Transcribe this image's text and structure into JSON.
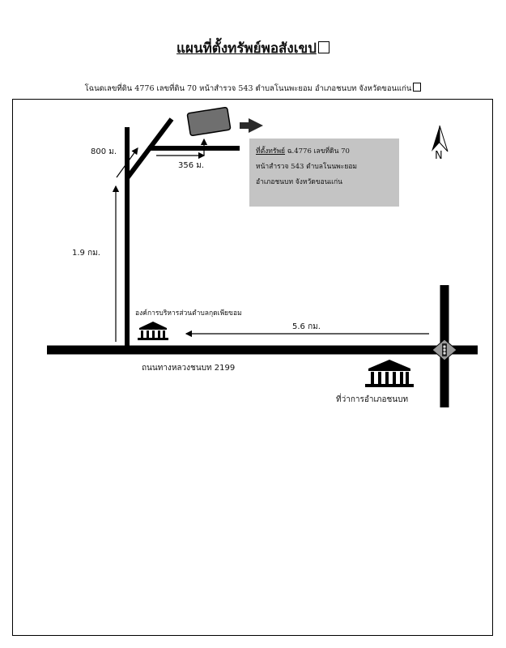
{
  "title": "แผนที่ตั้งทรัพย์พอสังเขป",
  "subtitle": "โฉนดเลขที่ดิน 4776  เลขที่ดิน 70 หน้าสำรวจ 543 ตำบลโนนพะยอม  อำเภอชนบท จังหวัดขอนแก่น",
  "north_label": "N",
  "distances": {
    "d1": "800 ม.",
    "d2": "356 ม.",
    "d3": "1.9 กม.",
    "d4": "5.6 กม."
  },
  "property_box": {
    "heading": "ที่ตั้งทรัพย์",
    "line1_rest": " ฉ.4776 เลขที่ดิน 70",
    "line2": "หน้าสำรวจ 543 ตำบลโนนพะยอม",
    "line3": "อำเภอชนบท จังหวัดขอนแก่น"
  },
  "landmarks": {
    "sao": "องค์การบริหารส่วนตำบลกุดเพียขอม",
    "district_office": "ที่ว่าการอำเภอชนบท"
  },
  "roads": {
    "highway": "ถนนทางหลวงชนบท 2199"
  },
  "colors": {
    "line": "#000000",
    "property_fill": "#6f6f6f",
    "box_fill": "#c4c4c4",
    "traffic_fill": "#9a9a9a"
  }
}
